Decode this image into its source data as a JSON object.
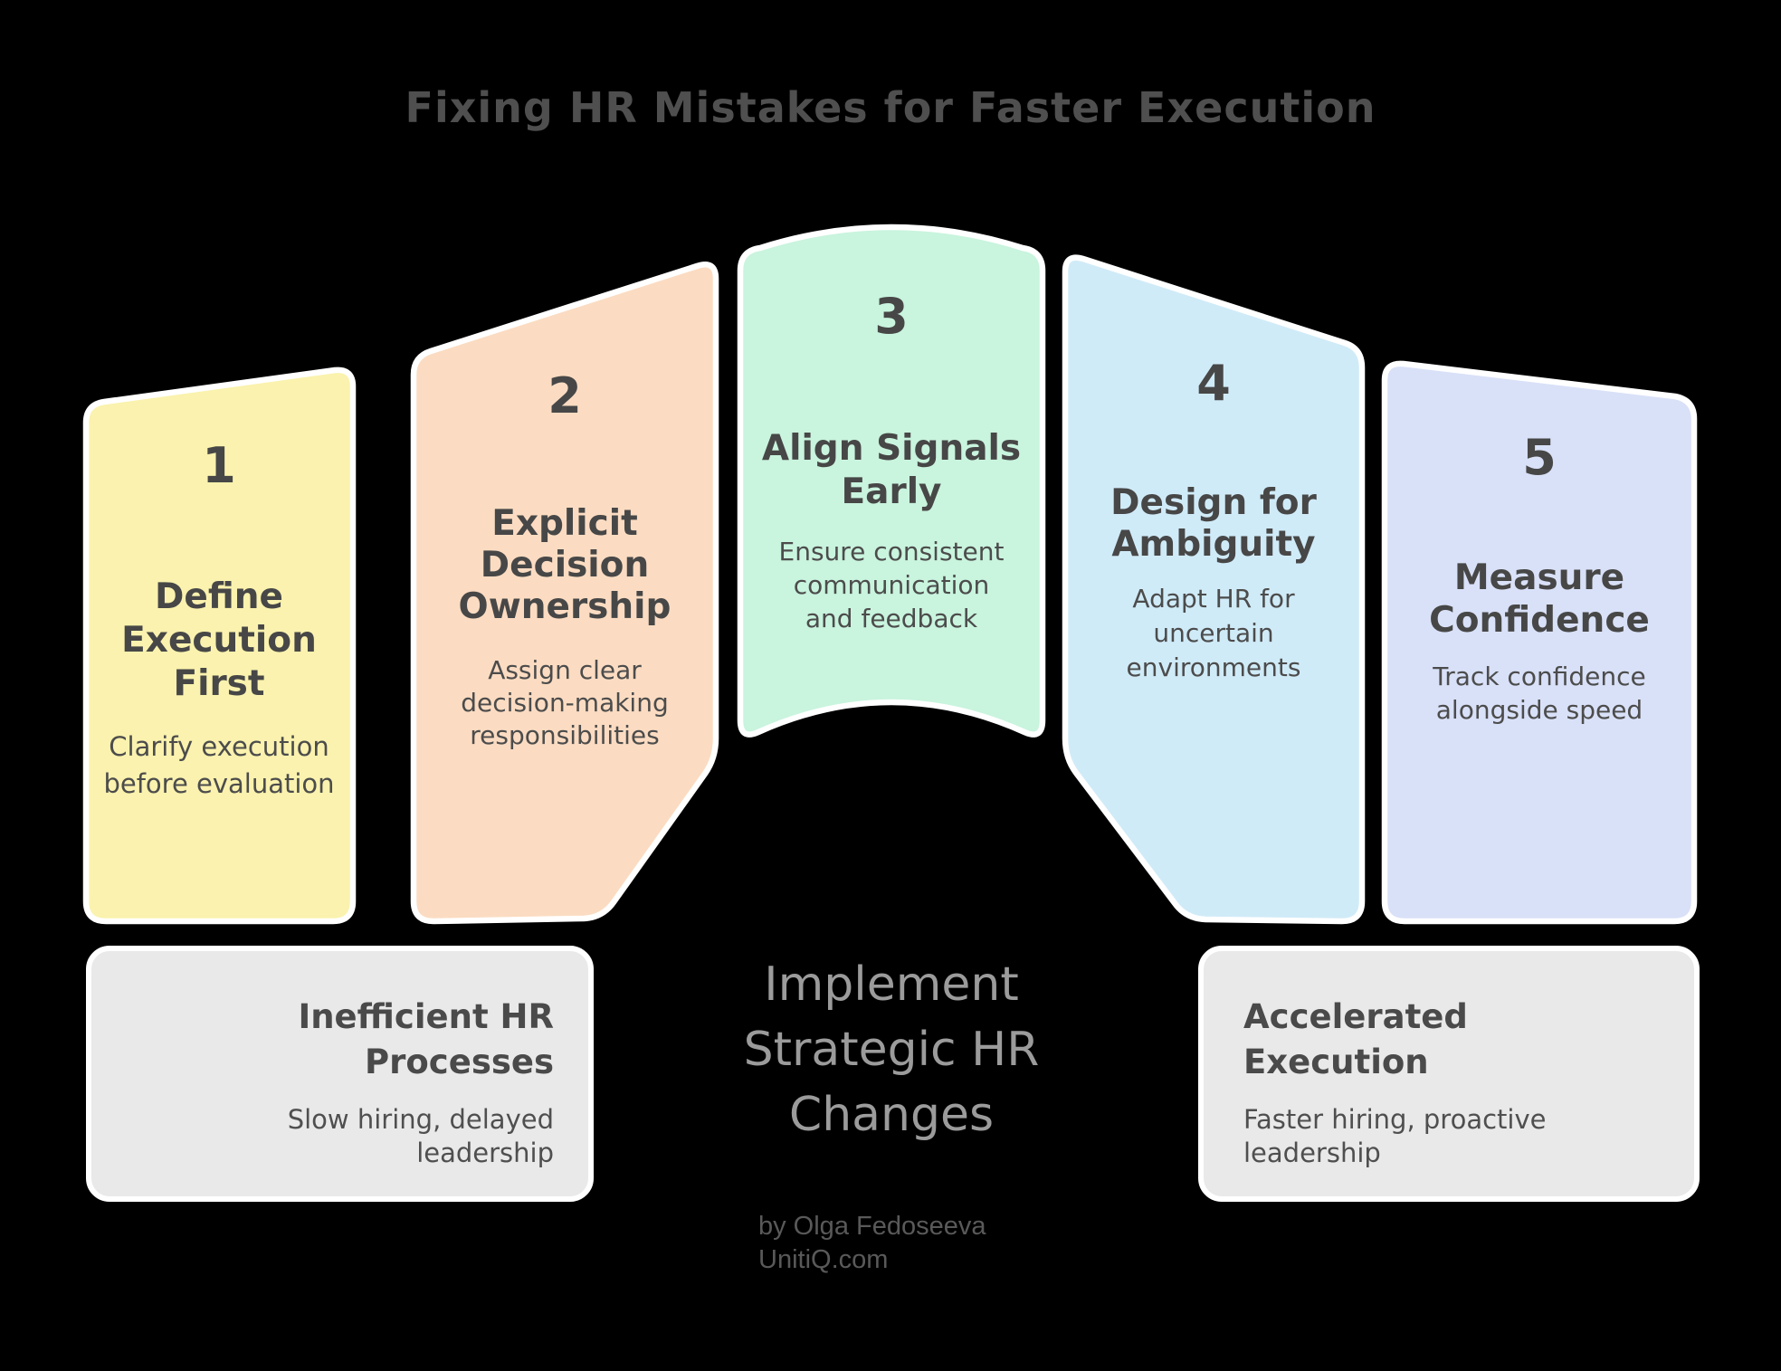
{
  "title": "Fixing HR Mistakes for Faster Execution",
  "panels": [
    {
      "number": "1",
      "heading": "Define\nExecution\nFirst",
      "body": "Clarify execution\nbefore evaluation",
      "color": "#FAF2AE"
    },
    {
      "number": "2",
      "heading": "Explicit\nDecision\nOwnership",
      "body": "Assign clear\ndecision-making\nresponsibilities",
      "color": "#FBDCC2"
    },
    {
      "number": "3",
      "heading": "Align Signals\nEarly",
      "body": "Ensure consistent\ncommunication\nand feedback",
      "color": "#C9F4DE"
    },
    {
      "number": "4",
      "heading": "Design for\nAmbiguity",
      "body": "Adapt HR for\nuncertain\nenvironments",
      "color": "#D0EBF8"
    },
    {
      "number": "5",
      "heading": "Measure\nConfidence",
      "body": "Track confidence\nalongside speed",
      "color": "#D9E1F8"
    }
  ],
  "outcome_boxes": [
    {
      "heading": "Inefficient HR\nProcesses",
      "body": "Slow hiring, delayed\nleadership"
    },
    {
      "heading": "Accelerated\nExecution",
      "body": "Faster hiring, proactive\nleadership"
    }
  ],
  "center_label": "Implement\nStrategic HR\nChanges",
  "attribution": "by Olga Fedoseeva\nUnitiQ.com",
  "colors": {
    "background": "#000000",
    "panel_border": "#FFFFFF",
    "outcome_box_fill": "#E9E9E9",
    "title_text": "#4F4F4F",
    "panel_text": "#474747",
    "center_label_text": "#9B9B9B",
    "attribution_text": "#595959"
  }
}
